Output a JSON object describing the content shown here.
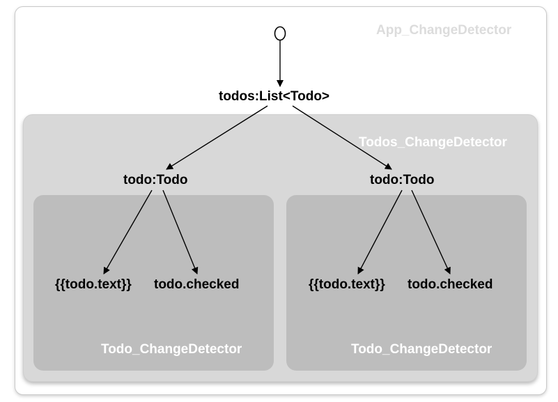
{
  "app_detector_label": "App_ChangeDetector",
  "root_node": "todos:List<Todo>",
  "todos_detector_label": "Todos_ChangeDetector",
  "left": {
    "todo_node": "todo:Todo",
    "text_binding": "{{todo.text}}",
    "checked_binding": "todo.checked",
    "detector_label": "Todo_ChangeDetector"
  },
  "right": {
    "todo_node": "todo:Todo",
    "text_binding": "{{todo.text}}",
    "checked_binding": "todo.checked",
    "detector_label": "Todo_ChangeDetector"
  }
}
